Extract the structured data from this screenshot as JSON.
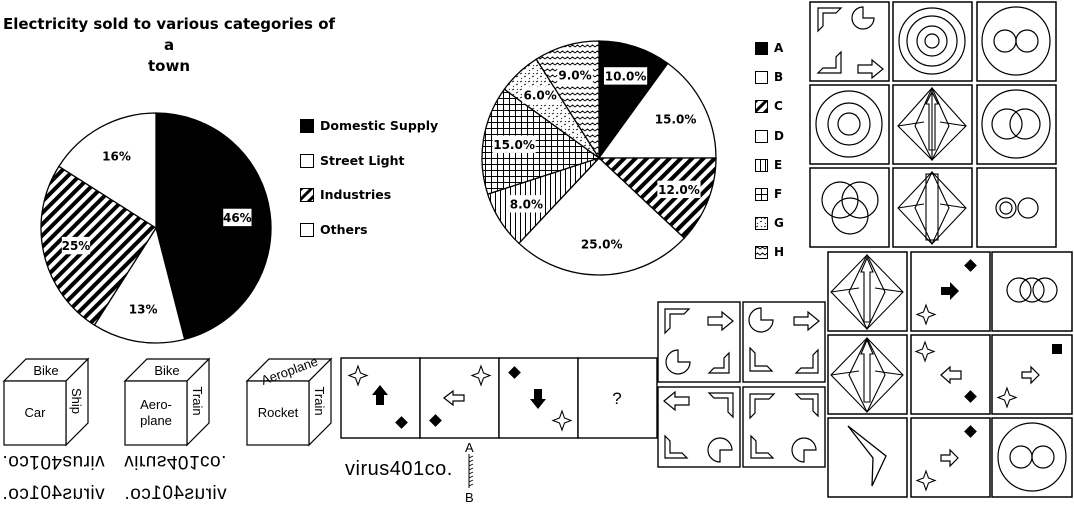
{
  "pie1": {
    "title_line1": "Electricity sold to various categories of a",
    "title_line2": "town",
    "legend": [
      {
        "label": "Domestic Supply",
        "pattern": "solid"
      },
      {
        "label": "Street Light",
        "pattern": "white"
      },
      {
        "label": "Industries",
        "pattern": "diag"
      },
      {
        "label": "Others",
        "pattern": "white"
      }
    ]
  },
  "pie2": {
    "legend": [
      {
        "label": "A",
        "pattern": "solid"
      },
      {
        "label": "B",
        "pattern": "white"
      },
      {
        "label": "C",
        "pattern": "diag"
      },
      {
        "label": "D",
        "pattern": "white"
      },
      {
        "label": "E",
        "pattern": "vert"
      },
      {
        "label": "F",
        "pattern": "grid"
      },
      {
        "label": "G",
        "pattern": "dots"
      },
      {
        "label": "H",
        "pattern": "wave"
      }
    ]
  },
  "chart_data": [
    {
      "type": "pie",
      "title": "Electricity sold to various categories of a town",
      "categories": [
        "Domestic Supply",
        "Street Light",
        "Industries",
        "Others"
      ],
      "values": [
        46,
        13,
        25,
        16
      ],
      "data_labels": [
        "46%",
        "13%",
        "25%",
        "16%"
      ],
      "legend_position": "right"
    },
    {
      "type": "pie",
      "title": "",
      "categories": [
        "A",
        "B",
        "C",
        "D",
        "E",
        "F",
        "G",
        "H"
      ],
      "values": [
        10,
        15,
        12,
        25,
        8,
        15,
        6,
        9
      ],
      "data_labels": [
        "10.0%",
        "15.0%",
        "12.0%",
        "25.0%",
        "8.0%",
        "15.0%",
        "6.0%",
        "9.0%"
      ],
      "legend_position": "right"
    }
  ],
  "cubes": [
    {
      "top": "Bike",
      "front": "Car",
      "side": "Ship"
    },
    {
      "top": "Bike",
      "front_line1": "Aero-",
      "front_line2": "plane",
      "side": "Train"
    },
    {
      "top": "Aeroplane",
      "front": "Rocket",
      "side": "Train"
    }
  ],
  "watermarks": {
    "line1_left": "virus401co.",
    "line1_right": "virus401co.",
    "line2_left": "virus401co.",
    "line2_right": "virus401co.",
    "mirror_text": "virus401co.",
    "mirror_top_label": "A",
    "mirror_bottom_label": "B"
  },
  "sequence": {
    "question_mark": "?"
  }
}
